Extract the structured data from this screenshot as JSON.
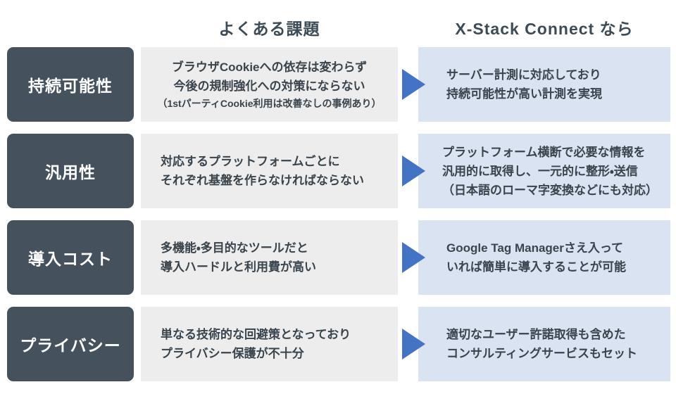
{
  "header": {
    "issues_label": "よくある課題",
    "solution_label": "X-Stack Connect なら"
  },
  "colors": {
    "label_bg": "#45525d",
    "label_text": "#ffffff",
    "issue_bg": "#ededed",
    "solution_bg": "#dae3f2",
    "arrow": "#4472c4",
    "header_text": "#3d4b57",
    "body_text": "#3a444c"
  },
  "rows": [
    {
      "label": "持続可能性",
      "issue_lines": [
        "ブラウザCookieへの依存は変わらず",
        "今後の規制強化への対策にならない"
      ],
      "issue_note": "（1stパーティCookie利用は改善なしの事例あり）",
      "solution_lines": [
        "サーバー計測に対応しており",
        "持続可能性が高い計測を実現"
      ]
    },
    {
      "label": "汎用性",
      "issue_lines": [
        "対応するプラットフォームごとに",
        "それぞれ基盤を作らなければならない"
      ],
      "solution_lines": [
        "プラットフォーム横断で必要な情報を",
        "汎用的に取得し、一元的に整形・送信",
        "（日本語のローマ字変換などにも対応）"
      ]
    },
    {
      "label": "導入コスト",
      "issue_lines": [
        "多機能・多目的なツールだと",
        "導入ハードルと利用費が高い"
      ],
      "solution_lines": [
        "Google Tag Managerさえ入って",
        "いれば簡単に導入することが可能"
      ]
    },
    {
      "label": "プライバシー",
      "issue_lines": [
        "単なる技術的な回避策となっており",
        "プライバシー保護が不十分"
      ],
      "solution_lines": [
        "適切なユーザー許諾取得も含めた",
        "コンサルティングサービスもセット"
      ]
    }
  ]
}
